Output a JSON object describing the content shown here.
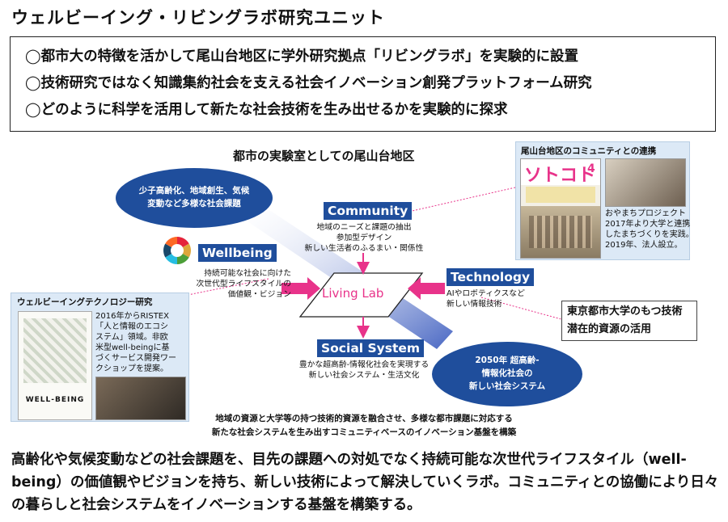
{
  "title": "ウェルビーイング・リビングラボ研究ユニット",
  "summary": [
    "◯都市大の特徴を活かして尾山台地区に学外研究拠点「リビングラボ」を実験的に設置",
    "◯技術研究ではなく知識集約社会を支える社会イノベーション創発プラットフォーム研究",
    "◯どのように科学を活用して新たな社会技術を生み出せるかを実験的に探求"
  ],
  "diagram": {
    "heading": "都市の実験室としての尾山台地区",
    "center_label": "Living Lab",
    "issues_ellipse": [
      "少子高齢化、地域創生、気候",
      "変動など多様な社会課題"
    ],
    "goal_ellipse": [
      "2050年 超高齢-",
      "情報化社会の",
      "新しい社会システム"
    ],
    "community": {
      "label": "Community",
      "lines": [
        "地域のニーズと課題の抽出",
        "参加型デザイン",
        "新しい生活者のふるまい・関係性"
      ]
    },
    "wellbeing": {
      "label": "Wellbeing",
      "lines": [
        "持続可能な社会に向けた",
        "次世代型ライフスタイルの",
        "価値観・ビジョン"
      ]
    },
    "technology": {
      "label": "Technology",
      "lines": [
        "AIやロボティクスなど",
        "新しい情報技術"
      ]
    },
    "social_system": {
      "label": "Social System",
      "lines": [
        "豊かな超高齢-情報化社会を実現する",
        "新しい社会システム・生活文化"
      ]
    },
    "tech_callout": [
      "東京都市大学のもつ技術",
      "潜在的資源の活用"
    ],
    "base_text": [
      "地域の資源と大学等の持つ技術的資源を融合させ、多様な都市課題に対応する",
      "新たな社会システムを生み出すコミュニティベースのイノベーション基盤を構築"
    ]
  },
  "community_panel": {
    "title": "尾山台地区のコミュニティとの連携",
    "magazine_title": "ソトコト",
    "magazine_issue": "4",
    "lines": [
      "おやまちプロジェクト",
      "2017年より大学と連携",
      "したまちづくりを実践。",
      "2019年、法人設立。"
    ]
  },
  "wellbeing_panel": {
    "title": "ウェルビーイングテクノロジー研究",
    "book_title": "WELL-BEING",
    "lines": [
      "2016年からRISTEX",
      "「人と情報のエコシ",
      "ステム」領域。非欧",
      "米型well-beingに基",
      "づくサービス開発ワー",
      "クショップを提案。"
    ]
  },
  "bottom": "高齢化や気候変動などの社会課題を、目先の課題への対処でなく持続可能な次世代ライフスタイル（well-being）の価値観やビジョンを持ち、新しい技術によって解決していくラボ。コミュニティとの協働により日々の暮らしと社会システムをイノベーションする基盤を構築する。",
  "colors": {
    "ellipse": "#1f4e9c",
    "label_bg": "#1f4e9c",
    "arrow_pink": "#e8338a",
    "center_text": "#e8338a",
    "panel_bg": "#dce9f6"
  }
}
